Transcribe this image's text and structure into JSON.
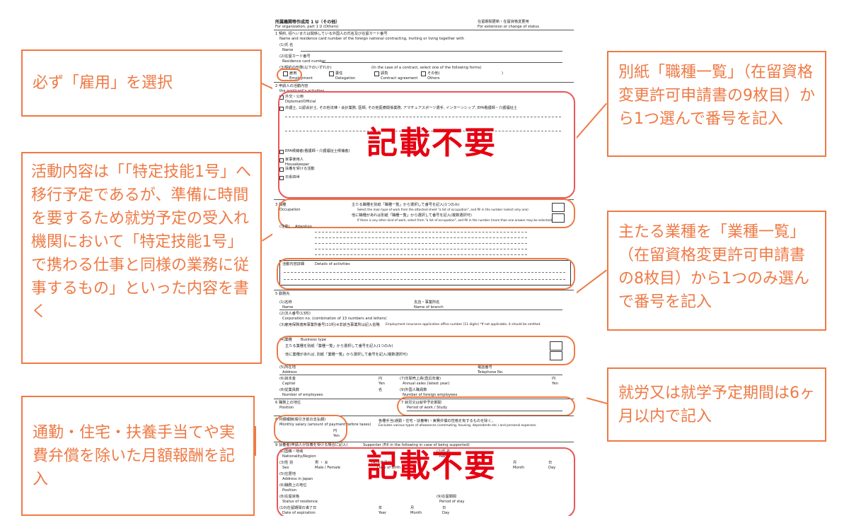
{
  "callouts": {
    "select_employment": "必ず「雇用」を選択",
    "activity_content": "活動内容は「「特定技能1号」へ移行予定であるが、準備に時間を要するため就労予定の受入れ機関において「特定技能1号」で携わる仕事と同様の業務に従事するもの」といった内容を書く",
    "monthly_salary": "通勤・住宅・扶養手当てや実費弁償を除いた月額報酬を記入",
    "occupation_list": "別紙「職種一覧」（在留資格変更許可申請書の9枚目）から1つ選んで番号を記入",
    "business_type": "主たる業種を「業種一覧」（在留資格変更許可申請書の8枚目）から1つのみ選んで番号を記入",
    "period": "就労又は就学予定期間は6ヶ月以内で記入"
  },
  "stamps": {
    "upper": "記載不要",
    "lower": "記載不要"
  },
  "document": {
    "header_left": "所属機関等作成用 1 U（その他）",
    "header_left_en": "For organization, part 1 U (Others)",
    "header_right": "在留期間更新・在留資格変更用",
    "header_right_en": "For extension or change of status",
    "s1_title": "1 契約, 招へいまたは関係している外国人の氏名及び在留カード番号",
    "s1_title_en": "Name and residence card number of the foreign national contracting, inviting or living together with",
    "s1_name": "(1)氏 名",
    "s1_name_en": "Name",
    "s1_card": "(2)在留カード番号",
    "s1_card_en": "Residence card number",
    "s1_contract": "(3)契約の形態(以下のいずれか)",
    "s1_contract_en": "(In the case of a contract, select one of the following forms)",
    "contract_employment": "雇用",
    "contract_employment_en": "Employment",
    "contract_delegation": "委任",
    "contract_delegation_en": "Delegation",
    "contract_agreement": "請負",
    "contract_agreement_en": "Contract agreement",
    "contract_other": "その他(",
    "contract_other_en": "Others",
    "s2_title": "2 申請人の活動内容",
    "s2_title_en": "the applicant's activities",
    "s2_item1": "外交・公用",
    "s2_item1_en": "Diplomat/Official",
    "s2_item2": "弁護士, 公認会計士, その他法律・会計業務, 医師, その他医療関係業務, アマチュアスポーツ選手, インターンシップ, EPA看護師・介護福祉士",
    "s2_item3": "EPA候補者(看護師・介護福祉士候補者)",
    "s2_item4": "家事使用人",
    "s2_item4_en": "Housekeeper",
    "s2_item5": "扶養を受ける活動",
    "s2_item6": "日系四世",
    "s3_title": "3 職種",
    "s3_title_en": "Occupation",
    "s3_main": "主たる職種を別紙「職種一覧」から選択して番号を記入(1つのみ)",
    "s3_main_en": "Select the main type of work from the attached sheet \"a list of occupation\", and fill in the number (select only one)",
    "s3_other": "他に職種があれば別紙「職種一覧」から選択して番号を記入(複数選択可)",
    "s3_other_en": "If there is any other kind of work, select from \"a list of occupation\", and fill in the number (more than one answer may be selected)",
    "s3_note": "(注意)",
    "s3_note_en": "Attention",
    "s4_title": "活動内容詳細",
    "s4_title_en": "Details of activities",
    "s5_title": "5 勤務先",
    "s5_name": "(1)名称",
    "s5_name_en": "Name",
    "s5_branch": "支店・事業所名",
    "s5_branch_en": "Name of branch",
    "s5_corp": "(2)法人番号(13桁)",
    "s5_corp_en": "Corporation no. (combination of 13 numbers and letters)",
    "s5_insurance": "(3)雇用保険適用事業所番号(11桁)※非該当事業所は記入省略",
    "s5_insurance_en": "Employment insurance application office number (11 digits) *If not applicable, it should be omitted.",
    "s5_business": "(4)業種",
    "s5_business_en": "Business type",
    "s5_main_biz": "主たる業種を別紙「業種一覧」から選択して番号を記入(1つのみ)",
    "s5_other_biz": "他に業種があれば, 別紙「業種一覧」から選択して番号を記入(複数選択可)",
    "s5_address": "(5)所在地",
    "s5_address_en": "Address",
    "s5_phone": "電話番号",
    "s5_phone_en": "Telephone No.",
    "s5_capital": "(6)資本金",
    "s5_capital_en": "Capital",
    "s5_yen": "円",
    "s5_yen_en": "Yen",
    "s5_sales": "(7)年間売上高(直近年度)",
    "s5_sales_en": "Annual sales (latest year)",
    "s5_employees": "(8)従業員数",
    "s5_employees_en": "Number of employees",
    "s5_persons": "名",
    "s5_foreign": "(9)外国人職員数",
    "s5_foreign_en": "Number of foreign employees",
    "s6_title": "6 職務上の地位",
    "s6_title_en": "Position",
    "s7_title": "7 就労又は就学予定期間",
    "s7_title_en": "Period of work / Study",
    "s8_title": "8 月額報酬(税引き前の支払額)",
    "s8_title_en": "Monthly salary (amount of payment before taxes)",
    "s8_unit": "円",
    "s8_unit_en": "Yen",
    "s8_note": "各種手当(通勤・住宅・扶養等)・実費弁償の性格を有するものを除く。",
    "s8_note_en": "Excludes various types of allowances (commuting, housing, dependents etc.) and personal expenses.",
    "s9_title": "9 扶養者(申請人が扶養を受ける場合に記入)",
    "s9_title_en": "Supporter (Fill in the following in case of being supported)",
    "s9_nationality": "(1)国籍・地域",
    "s9_nationality_en": "Nationality/Region",
    "s9_name": "(2)氏 名",
    "s9_name_en": "Name",
    "s9_sex": "(3)性 別",
    "s9_sex_en": "Sex",
    "s9_male_female": "男 ・ 女",
    "s9_male_female_en": "Male / Female",
    "s9_birth": "(4)生年月日",
    "s9_birth_en": "Date of Birth",
    "s9_year": "年",
    "s9_year_en": "Year",
    "s9_month": "月",
    "s9_month_en": "Month",
    "s9_day": "日",
    "s9_day_en": "Day",
    "s9_address": "(5)住居地",
    "s9_address_en": "Address in Japan",
    "s9_position": "(6)職務上の地位",
    "s9_position_en": "Position",
    "s9_status": "(8)在留資格",
    "s9_status_en": "Status of residence",
    "s9_period": "(9)在留期間",
    "s9_period_en": "Period of stay",
    "s9_expiry": "(10)在留期間の満了日",
    "s9_expiry_en": "Date of expiration"
  }
}
